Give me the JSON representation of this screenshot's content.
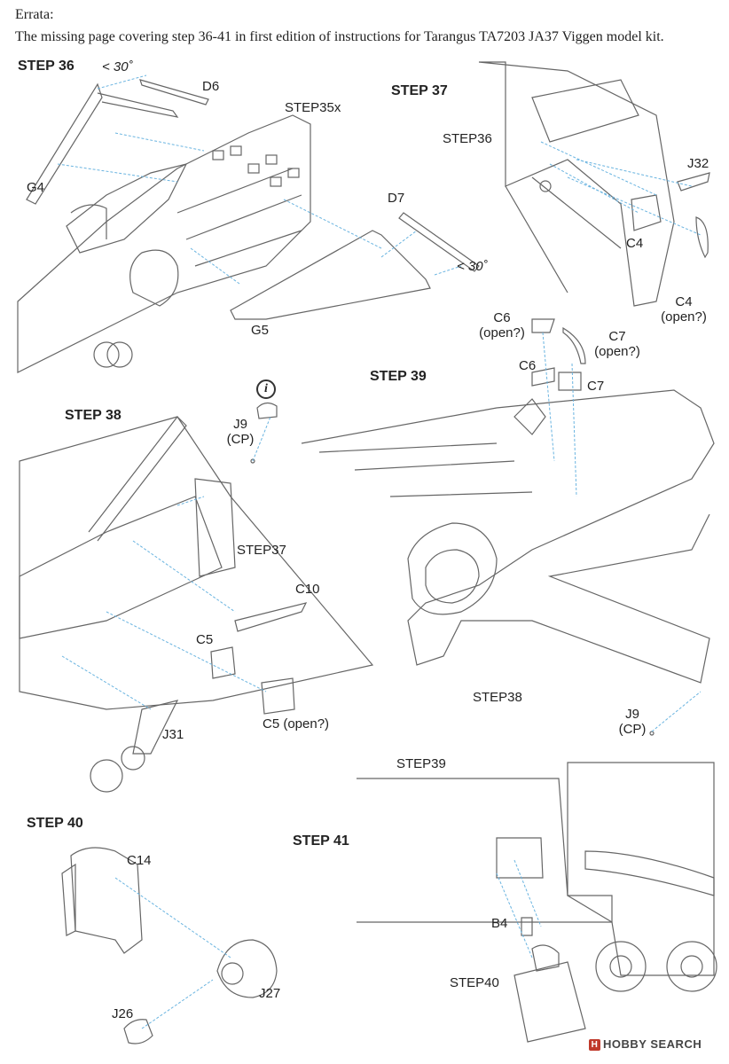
{
  "header": {
    "title": "Errata:",
    "text": "The missing page covering step 36-41 in first edition of instructions for Tarangus TA7203 JA37 Viggen model kit."
  },
  "steps": {
    "s36": "STEP 36",
    "s37": "STEP 37",
    "s38": "STEP 38",
    "s39": "STEP 39",
    "s40": "STEP 40",
    "s41": "STEP 41"
  },
  "step36": {
    "angle_top": "< 30˚",
    "d6": "D6",
    "ref": "STEP35x",
    "g4": "G4",
    "d7": "D7",
    "angle_right": "< 30˚",
    "g5": "G5"
  },
  "step37": {
    "ref": "STEP36",
    "j32": "J32",
    "c4": "C4",
    "c4_open_1": "C4",
    "c4_open_2": "(open?)"
  },
  "step38": {
    "ref": "STEP37",
    "c10": "C10",
    "c5": "C5",
    "c5_open": "C5 (open?)",
    "j31": "J31",
    "j9_1": "J9",
    "j9_2": "(CP)",
    "info_icon": "i"
  },
  "step39": {
    "c6_open_1": "C6",
    "c6_open_2": "(open?)",
    "c7_open_1": "C7",
    "c7_open_2": "(open?)",
    "c6": "C6",
    "c7": "C7",
    "ref": "STEP38",
    "j9_1": "J9",
    "j9_2": "(CP)"
  },
  "step40": {
    "c14": "C14",
    "j27": "J27",
    "j26": "J26"
  },
  "step41": {
    "ref_top": "STEP39",
    "b4": "B4",
    "ref_bottom": "STEP40"
  },
  "watermark": {
    "logo": "H",
    "text": "HOBBY SEARCH"
  },
  "colors": {
    "line": "#555555",
    "guide": "#6ab4e0",
    "text": "#222222"
  }
}
